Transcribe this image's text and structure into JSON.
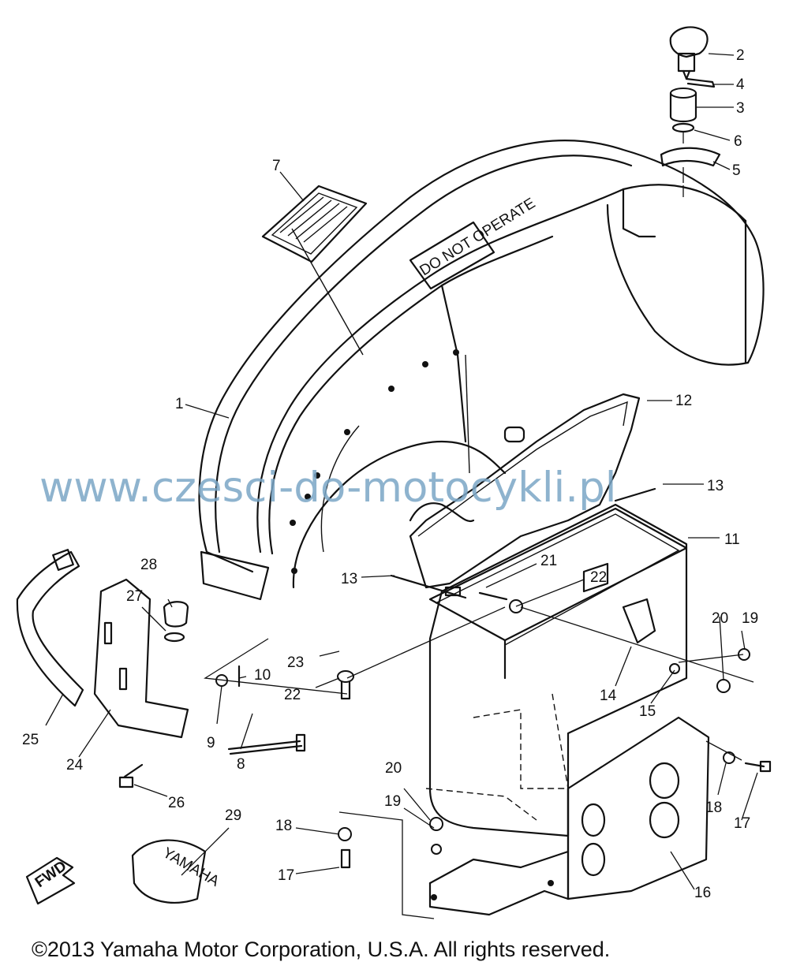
{
  "watermark": "www.czesci-do-motocykli.pl",
  "copyright": "©2013 Yamaha Motor Corporation, U.S.A. All rights reserved.",
  "plate_text": "DO NOT OPERATE",
  "fwd_text": "FWD",
  "bag_text": "YAMAHA",
  "callouts": [
    "1",
    "2",
    "3",
    "4",
    "5",
    "6",
    "7",
    "8",
    "9",
    "10",
    "11",
    "12",
    "13",
    "13",
    "14",
    "15",
    "16",
    "17",
    "17",
    "18",
    "18",
    "19",
    "19",
    "20",
    "20",
    "21",
    "22",
    "22",
    "23",
    "24",
    "25",
    "26",
    "27",
    "28",
    "29"
  ]
}
